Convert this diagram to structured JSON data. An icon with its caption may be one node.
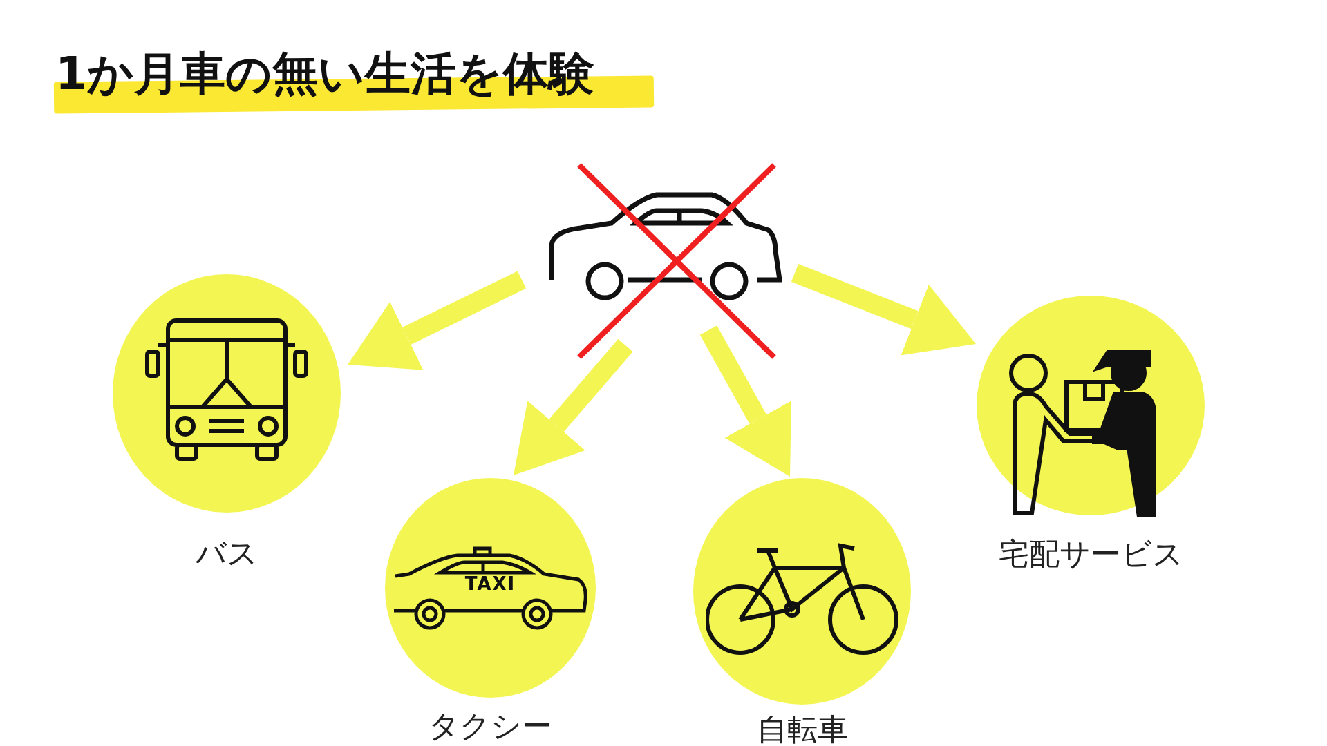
{
  "diagram": {
    "title": "1か月車の無い生活を体験",
    "nodes": [
      {
        "text": [],
        "shape": "car"
      },
      {
        "text": [
          "バス"
        ]
      },
      {
        "text": [
          "タクシー"
        ]
      },
      {
        "text": [
          "自転車"
        ]
      },
      {
        "text": [
          "宅配サービス"
        ]
      }
    ],
    "edges": [
      {
        "from": 0,
        "to": 1,
        "arrow": "to"
      },
      {
        "from": 0,
        "to": 2,
        "arrow": "to"
      },
      {
        "from": 0,
        "to": 3,
        "arrow": "to"
      },
      {
        "from": 0,
        "to": 4,
        "arrow": "to"
      }
    ],
    "labels": [
      "TAXI"
    ]
  }
}
